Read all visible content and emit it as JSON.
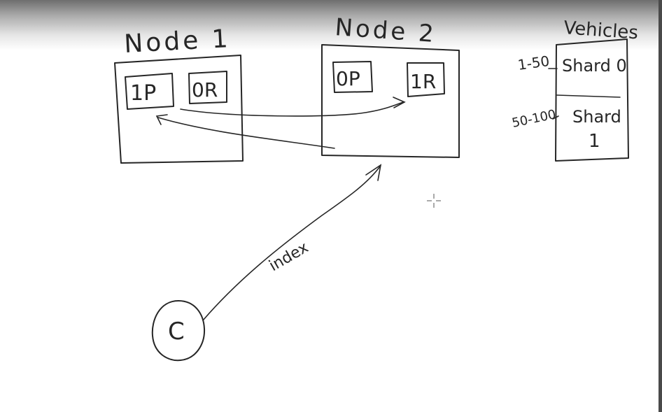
{
  "diagram": {
    "nodes": [
      {
        "label": "Node 1",
        "shards": [
          "1P",
          "0R"
        ]
      },
      {
        "label": "Node 2",
        "shards": [
          "0P",
          "1R"
        ]
      }
    ],
    "index": {
      "title": "Vehicles",
      "shards": [
        {
          "range": "1-50",
          "label": "Shard 0"
        },
        {
          "range": "50-100",
          "label_line1": "Shard",
          "label_line2": "1"
        }
      ]
    },
    "client_label": "C",
    "request_label": "index"
  }
}
